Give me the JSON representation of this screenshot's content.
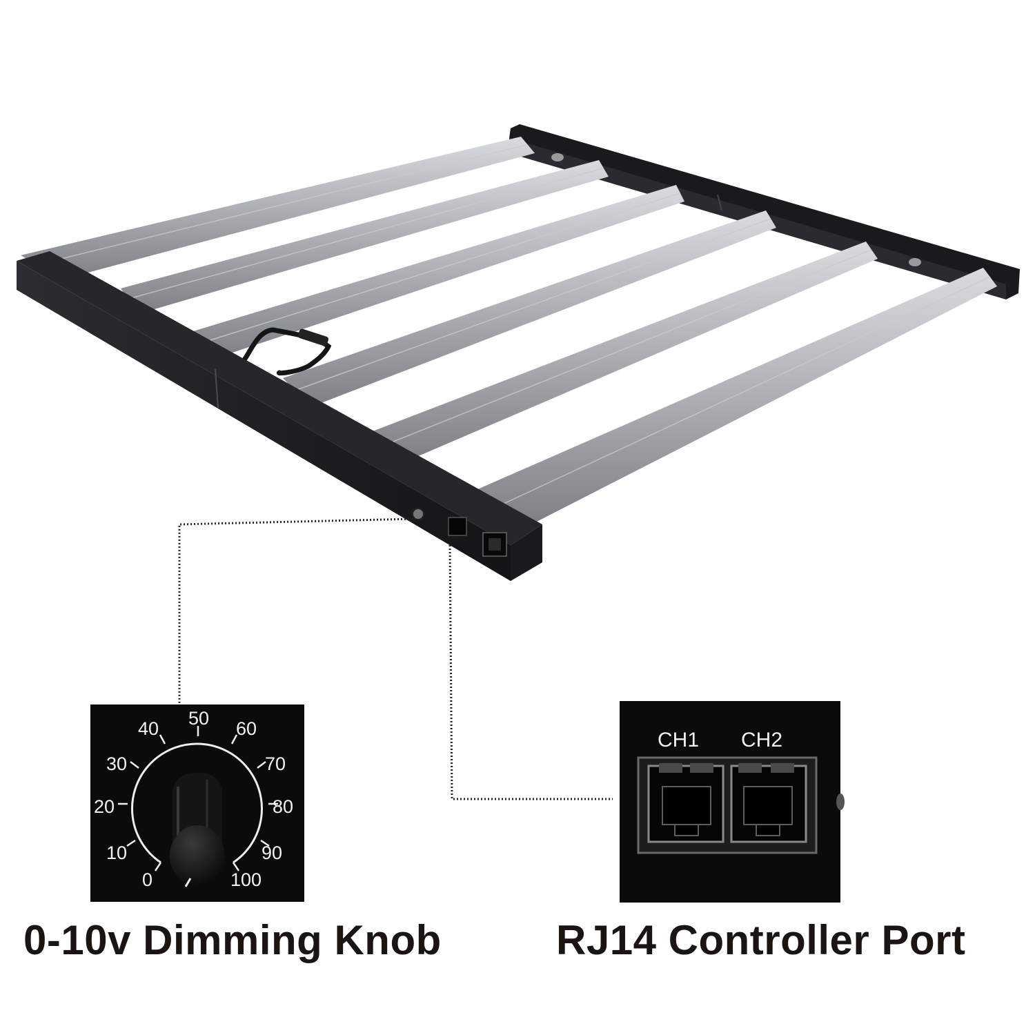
{
  "captions": {
    "knob": "0-10v Dimming Knob",
    "port": "RJ14 Controller Port"
  },
  "dimmer_scale": {
    "labels": [
      "0",
      "10",
      "20",
      "30",
      "40",
      "50",
      "60",
      "70",
      "80",
      "90",
      "100"
    ]
  },
  "port_labels": {
    "ch1": "CH1",
    "ch2": "CH2"
  },
  "colors": {
    "frame": "#1e1e22",
    "bar": "#a9adb2",
    "caption_text": "#1a1512",
    "inset_background": "#0b0b0b"
  }
}
